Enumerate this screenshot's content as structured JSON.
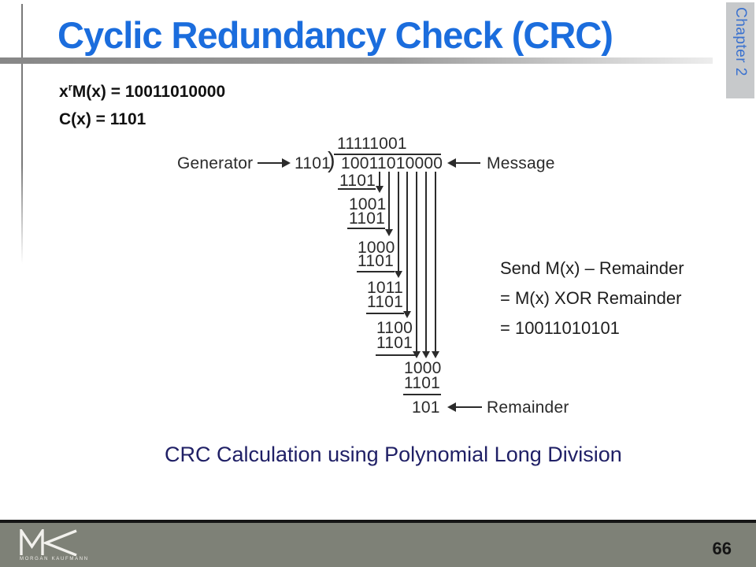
{
  "slide": {
    "title": "Cyclic Redundancy Check (CRC)",
    "chapter_tab": "Chapter 2",
    "caption": "CRC Calculation using Polynomial Long Division"
  },
  "formulas": {
    "xr_base": "x",
    "xr_sup": "r",
    "xr_rest": "M(x) = 10011010000",
    "cx": "C(x) = 1101"
  },
  "diagram": {
    "quotient": "11111001",
    "divisor": "1101",
    "bracket": ")",
    "dividend": "10011010000",
    "generator_label": "Generator",
    "message_label": "Message",
    "remainder_label": "Remainder",
    "remainder": "101",
    "steps": [
      {
        "minuend": "",
        "subtrahend": "1101"
      },
      {
        "minuend": "1001",
        "subtrahend": "1101"
      },
      {
        "minuend": "1000",
        "subtrahend": "1101"
      },
      {
        "minuend": "1011",
        "subtrahend": "1101"
      },
      {
        "minuend": "1100",
        "subtrahend": "1101"
      },
      {
        "minuend": "1000",
        "subtrahend": "1101"
      }
    ]
  },
  "send_note": {
    "line1": "Send M(x) – Remainder",
    "line2": "= M(x) XOR Remainder",
    "line3": "= 10011010101"
  },
  "footer": {
    "logo_caption": "MORGAN KAUFMANN",
    "page_number": "66"
  },
  "colors": {
    "title_blue": "#1b6ddd",
    "chapter_blue": "#3b72cf",
    "caption_navy": "#202066",
    "footer_gray": "#7e8177",
    "sidebar_gray": "#c7c9cb",
    "diagram_ink": "#2b2b2b"
  }
}
